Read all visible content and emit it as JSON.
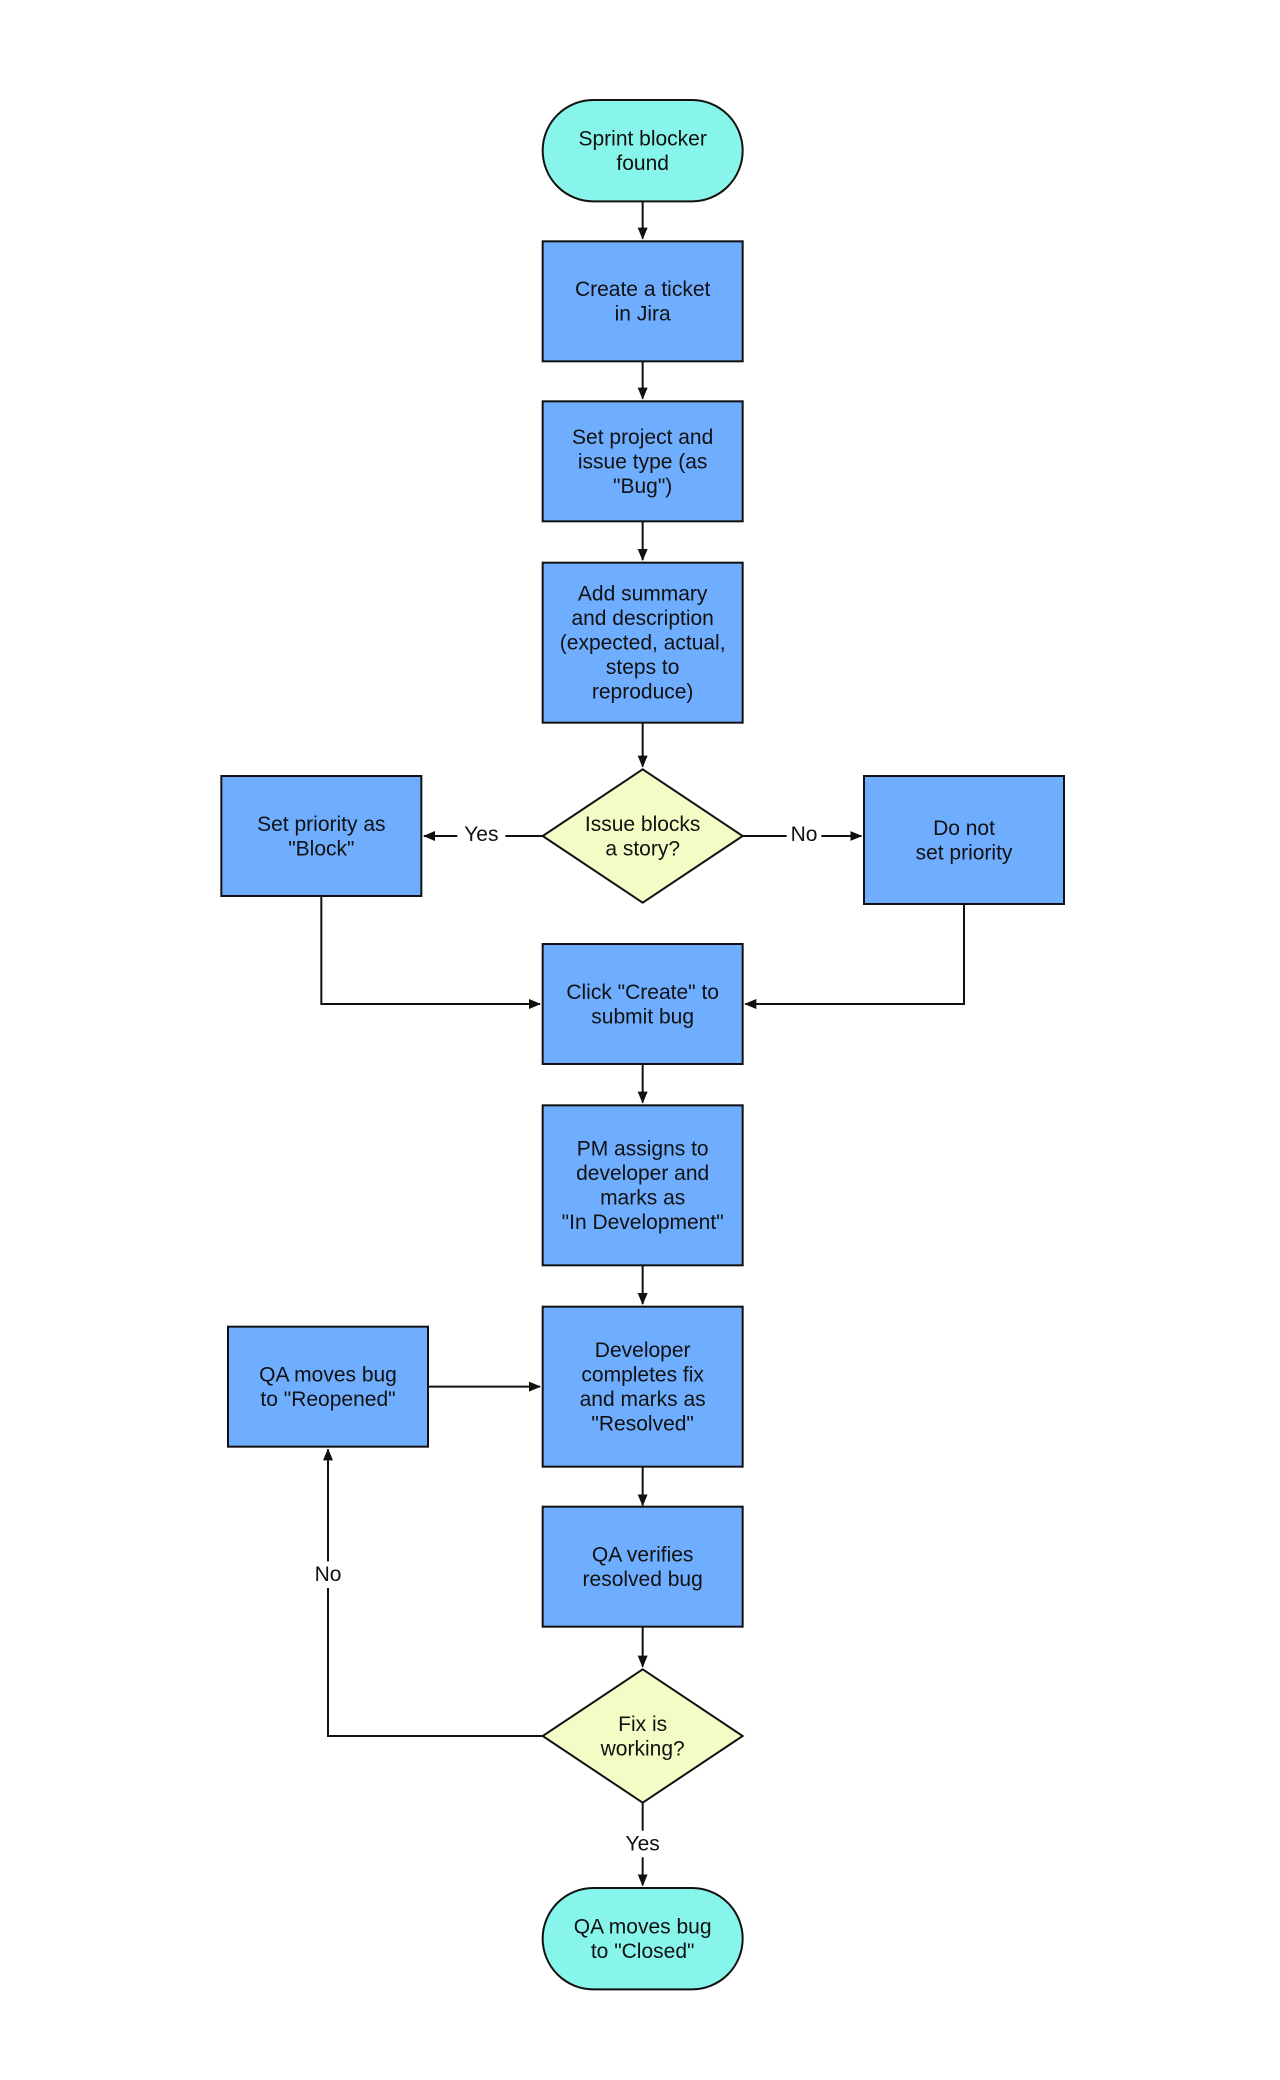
{
  "colors": {
    "terminal": "#88f5ea",
    "process": "#6fadfe",
    "decision": "#f4fcc5",
    "stroke": "#111111"
  },
  "nodes": [
    {
      "id": "start",
      "kind": "terminal",
      "lines": [
        "Sprint blocker",
        "found"
      ]
    },
    {
      "id": "create-ticket",
      "kind": "process",
      "lines": [
        "Create a ticket",
        "in Jira"
      ]
    },
    {
      "id": "set-project",
      "kind": "process",
      "lines": [
        "Set project and",
        "issue type (as",
        "\"Bug\")"
      ]
    },
    {
      "id": "add-summary",
      "kind": "process",
      "lines": [
        "Add summary",
        "and description",
        "(expected, actual,",
        "steps to",
        "reproduce)"
      ]
    },
    {
      "id": "blocks-story",
      "kind": "decision",
      "lines": [
        "Issue blocks",
        "a story?"
      ]
    },
    {
      "id": "set-priority",
      "kind": "process",
      "lines": [
        "Set priority as",
        "\"Block\""
      ]
    },
    {
      "id": "no-priority",
      "kind": "process",
      "lines": [
        "Do not",
        "set priority"
      ]
    },
    {
      "id": "click-create",
      "kind": "process",
      "lines": [
        "Click \"Create\" to",
        "submit bug"
      ]
    },
    {
      "id": "pm-assigns",
      "kind": "process",
      "lines": [
        "PM assigns to",
        "developer and",
        "marks as",
        "\"In Development\""
      ]
    },
    {
      "id": "dev-fix",
      "kind": "process",
      "lines": [
        "Developer",
        "completes fix",
        "and marks as",
        "\"Resolved\""
      ]
    },
    {
      "id": "reopened",
      "kind": "process",
      "lines": [
        "QA moves bug",
        "to \"Reopened\""
      ]
    },
    {
      "id": "qa-verifies",
      "kind": "process",
      "lines": [
        "QA verifies",
        "resolved bug"
      ]
    },
    {
      "id": "fix-working",
      "kind": "decision",
      "lines": [
        "Fix is",
        "working?"
      ]
    },
    {
      "id": "closed",
      "kind": "terminal",
      "lines": [
        "QA moves bug",
        "to \"Closed\""
      ]
    }
  ],
  "edge_labels": {
    "yes_1": "Yes",
    "no_1": "No",
    "no_2": "No",
    "yes_2": "Yes"
  }
}
